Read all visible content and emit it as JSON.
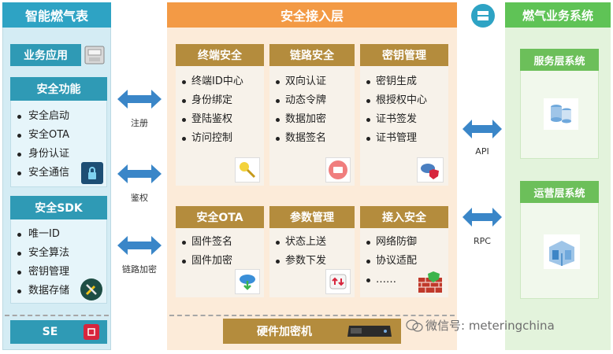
{
  "left": {
    "title": "智能燃气表",
    "business_app": "业务应用",
    "security_functions": {
      "title": "安全功能",
      "items": [
        "安全启动",
        "安全OTA",
        "身份认证",
        "安全通信"
      ]
    },
    "security_sdk": {
      "title": "安全SDK",
      "items": [
        "唯一ID",
        "安全算法",
        "密钥管理",
        "数据存储"
      ]
    },
    "se": "SE"
  },
  "arrows_left": [
    "注册",
    "鉴权",
    "链路加密"
  ],
  "middle": {
    "title": "安全接入层",
    "cells": [
      {
        "title": "终端安全",
        "items": [
          "终端ID中心",
          "身份绑定",
          "登陆鉴权",
          "访问控制"
        ]
      },
      {
        "title": "链路安全",
        "items": [
          "双向认证",
          "动态令牌",
          "数据加密",
          "数据签名"
        ]
      },
      {
        "title": "密钥管理",
        "items": [
          "密钥生成",
          "根授权中心",
          "证书签发",
          "证书管理"
        ]
      },
      {
        "title": "安全OTA",
        "items": [
          "固件签名",
          "固件加密"
        ]
      },
      {
        "title": "参数管理",
        "items": [
          "状态上送",
          "参数下发"
        ]
      },
      {
        "title": "接入安全",
        "items": [
          "网络防御",
          "协议适配",
          "……"
        ]
      }
    ],
    "hsm": "硬件加密机"
  },
  "arrows_right": [
    "API",
    "RPC"
  ],
  "right": {
    "title": "燃气业务系统",
    "service_layer": "服务层系统",
    "operation_layer": "运营层系统"
  },
  "watermark": "微信号: meteringchina",
  "colors": {
    "left_header": "#2ea3c4",
    "left_box": "#2f9ab5",
    "middle_header": "#f39a45",
    "cell_header": "#b48c3d",
    "right_header": "#5fc356",
    "right_box": "#6cbf5a",
    "arrow": "#3a86c8"
  }
}
